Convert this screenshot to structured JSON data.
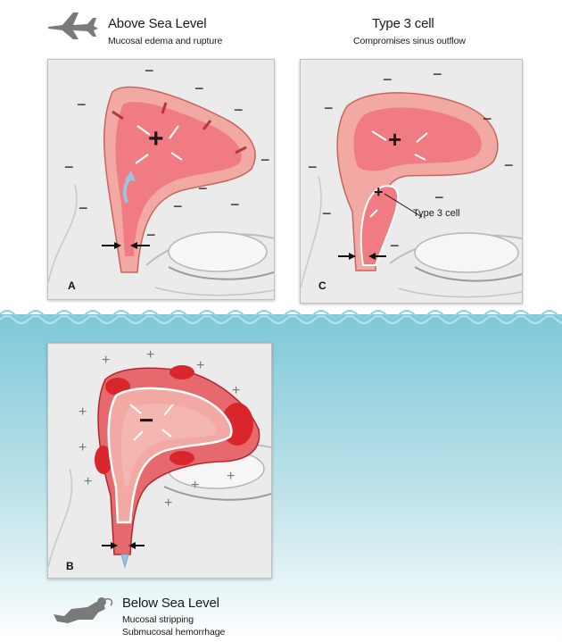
{
  "headers": {
    "above_title": "Above Sea Level",
    "above_subtitle": "Mucosal edema and rupture",
    "type3_title": "Type 3 cell",
    "type3_subtitle": "Compromises sinus outflow",
    "below_title": "Below Sea Level",
    "below_sub1": "Mucosal stripping",
    "below_sub2": "Submucosal hemorrhage"
  },
  "panels": {
    "a_label": "A",
    "c_label": "C",
    "b_label": "B",
    "c_callout": "Type 3 cell"
  },
  "signs": {
    "minus": "−",
    "plus": "+",
    "big_plus": "+",
    "big_minus": "−"
  },
  "icons": [
    "airplane-icon",
    "diver-icon",
    "wave-line-icon"
  ],
  "colors": {
    "water": "#8fcfdc",
    "panel_bg": "#ececec",
    "mucosa": "#f2a6a0",
    "lumen": "#f07f86",
    "hemorrhage": "#d9262c",
    "arrow_white": "#ffffff",
    "arrow_blue": "#9cc3e0"
  }
}
